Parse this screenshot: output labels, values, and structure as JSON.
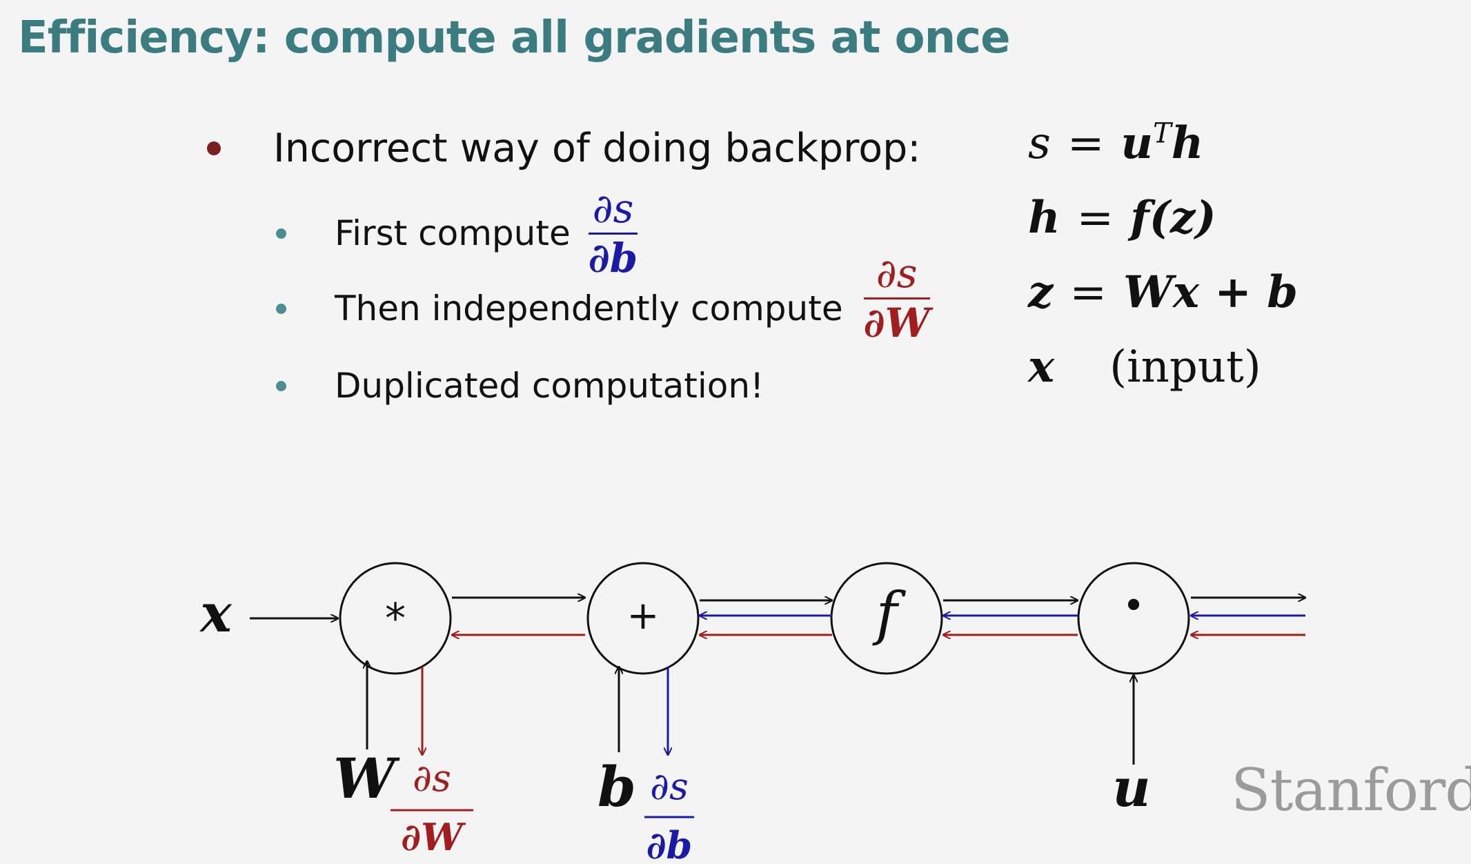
{
  "slide": {
    "title": "Efficiency: compute all gradients at once",
    "bullet_main": "Incorrect way of doing backprop:",
    "sub_bullets": [
      {
        "text": "First compute",
        "frac_num": "∂s",
        "frac_den": "∂b",
        "color": "#1a1aa8"
      },
      {
        "text": "Then independently compute",
        "frac_num": "∂s",
        "frac_den": "∂W",
        "color": "#a01e1e"
      },
      {
        "text": "Duplicated computation!"
      }
    ],
    "equations": [
      {
        "lhs": "s",
        "op": "=",
        "rhs": "u",
        "sup": "T",
        "rhs2": "h"
      },
      {
        "lhs": "h",
        "op": "=",
        "rhs": "f(z)"
      },
      {
        "lhs": "z",
        "op": "=",
        "rhs": "Wx + b"
      },
      {
        "lhs": "x",
        "note": "(input)"
      }
    ],
    "watermark": "Stanford"
  },
  "graph": {
    "nodes": [
      {
        "id": "mul",
        "label": "*"
      },
      {
        "id": "add",
        "label": "+"
      },
      {
        "id": "f",
        "label": "f"
      },
      {
        "id": "dot",
        "label": "•"
      }
    ],
    "input_x": "x",
    "input_W": "W",
    "input_b": "b",
    "input_u": "u",
    "grad_W_num": "∂s",
    "grad_W_den": "∂W",
    "grad_b_num": "∂s",
    "grad_b_den": "∂b",
    "colors": {
      "forward": "#111111",
      "grad_b": "#1a1aa8",
      "grad_W": "#a01e1e"
    }
  }
}
